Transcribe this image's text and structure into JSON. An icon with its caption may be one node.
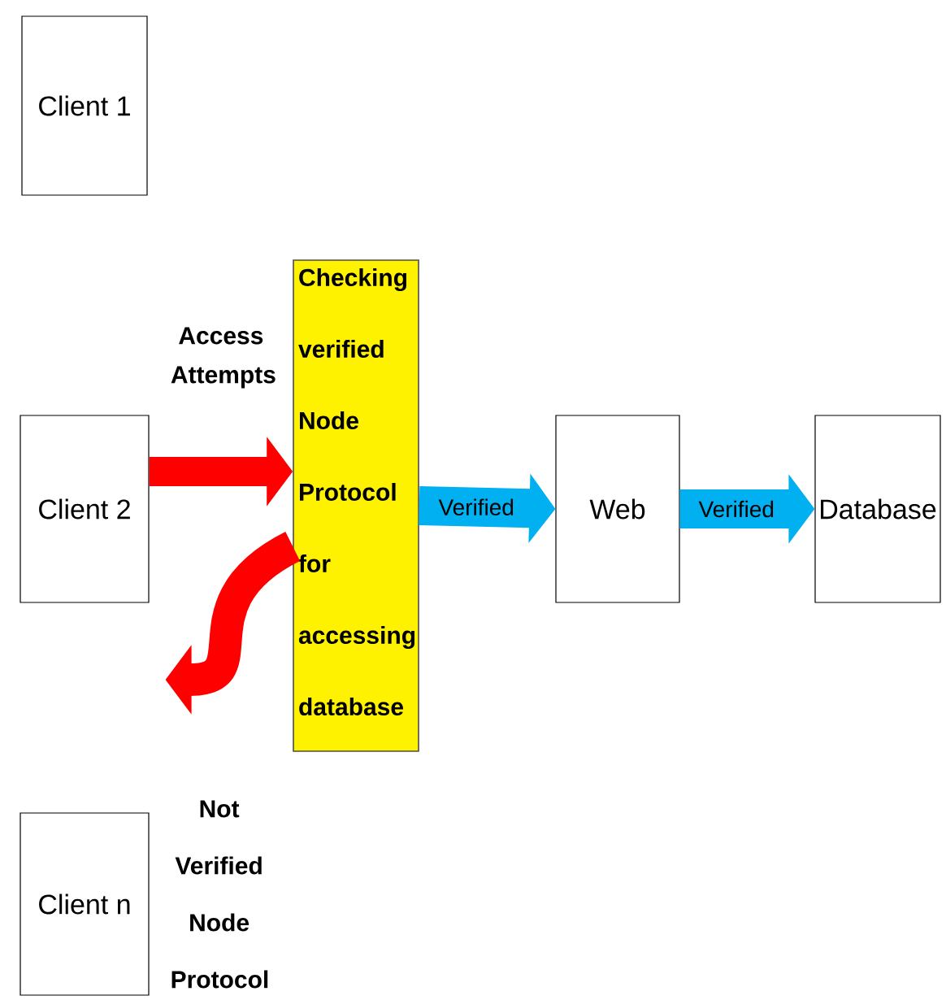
{
  "diagram": {
    "nodes": [
      {
        "text": [
          "Client 1"
        ]
      },
      {
        "text": [
          "Client 2"
        ]
      },
      {
        "text": [
          "Client n"
        ]
      },
      {
        "text": [
          "Checking verified Node Protocol for accessing database"
        ]
      },
      {
        "text": [
          "Web"
        ]
      },
      {
        "text": [
          "Database"
        ]
      }
    ],
    "edges": [
      {
        "from": 1,
        "to": 3,
        "arrow": "to",
        "label": "Access Attempts",
        "color": "#ff0000"
      },
      {
        "from": 3,
        "to": 1,
        "arrow": "to",
        "label": "Not Verified Node Protocol",
        "color": "#ff0000"
      },
      {
        "from": 3,
        "to": 4,
        "arrow": "to",
        "label": "Verified",
        "color": "#00b0f0"
      },
      {
        "from": 4,
        "to": 5,
        "arrow": "to",
        "label": "Verified",
        "color": "#00b0f0"
      }
    ]
  }
}
